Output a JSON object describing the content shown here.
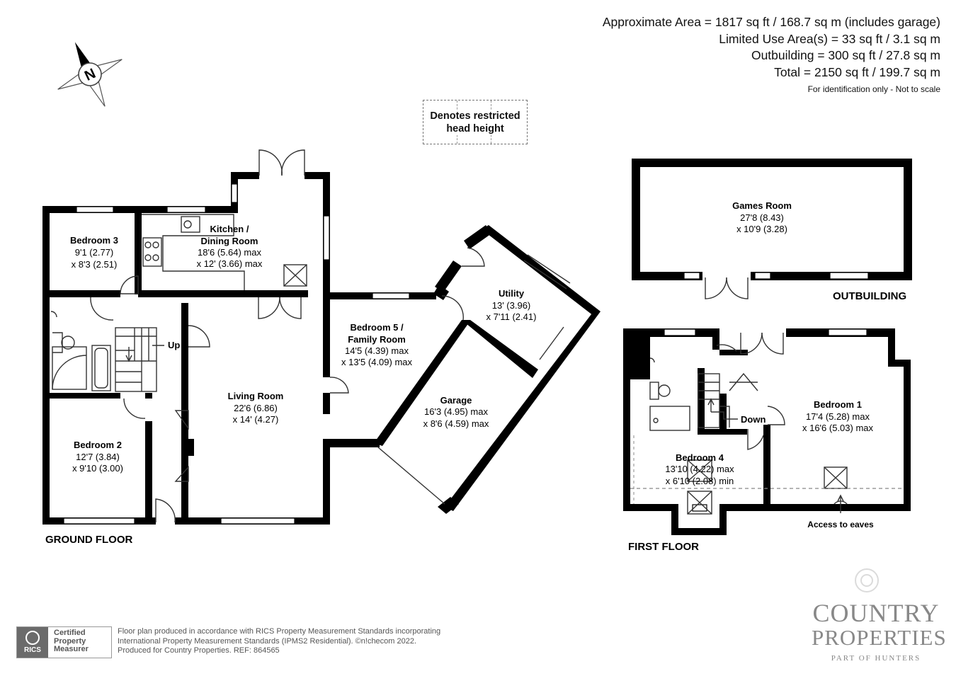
{
  "areas": {
    "approx": "Approximate Area = 1817 sq ft / 168.7 sq m (includes garage)",
    "limited": "Limited Use Area(s) = 33 sq ft / 3.1 sq m",
    "outbuilding": "Outbuilding = 300 sq ft / 27.8 sq m",
    "total": "Total = 2150 sq ft / 199.7 sq m",
    "note": "For identification only - Not to scale"
  },
  "compass_label": "N",
  "legend": {
    "line1": "Denotes restricted",
    "line2": "head height"
  },
  "floors": {
    "ground": "GROUND FLOOR",
    "first": "FIRST FLOOR",
    "outbuilding": "OUTBUILDING"
  },
  "rooms": {
    "bedroom3": {
      "name": "Bedroom 3",
      "d1": "9'1 (2.77)",
      "d2": "x 8'3 (2.51)"
    },
    "kitchen": {
      "name": "Kitchen /",
      "name2": "Dining Room",
      "d1": "18'6 (5.64) max",
      "d2": "x 12' (3.66) max"
    },
    "bedroom2": {
      "name": "Bedroom 2",
      "d1": "12'7 (3.84)",
      "d2": "x 9'10 (3.00)"
    },
    "living": {
      "name": "Living Room",
      "d1": "22'6 (6.86)",
      "d2": "x 14' (4.27)"
    },
    "bedroom5": {
      "name": "Bedroom 5 /",
      "name2": "Family Room",
      "d1": "14'5 (4.39) max",
      "d2": "x 13'5 (4.09) max"
    },
    "utility": {
      "name": "Utility",
      "d1": "13' (3.96)",
      "d2": "x 7'11 (2.41)"
    },
    "garage": {
      "name": "Garage",
      "d1": "16'3 (4.95) max",
      "d2": "x 8'6 (4.59) max"
    },
    "games": {
      "name": "Games Room",
      "d1": "27'8 (8.43)",
      "d2": "x 10'9 (3.28)"
    },
    "bedroom1": {
      "name": "Bedroom 1",
      "d1": "17'4 (5.28) max",
      "d2": "x 16'6 (5.03) max"
    },
    "bedroom4": {
      "name": "Bedroom 4",
      "d1": "13'10 (4.22) max",
      "d2": "x 6'10 (2.08) min"
    }
  },
  "labels": {
    "up": "Up",
    "down": "Down",
    "eaves": "Access to eaves"
  },
  "footer": {
    "badge_rics": "RICS",
    "badge_l1": "Certified",
    "badge_l2": "Property",
    "badge_l3": "Measurer",
    "line1": "Floor plan produced in accordance with RICS Property Measurement Standards incorporating",
    "line2": "International Property Measurement Standards (IPMS2 Residential).  ©n!checom 2022.",
    "line3": "Produced for Country Properties.   REF: 864565"
  },
  "brand": {
    "l1": "COUNTRY",
    "l2": "PROPERTIES",
    "l3": "PART OF HUNTERS"
  }
}
